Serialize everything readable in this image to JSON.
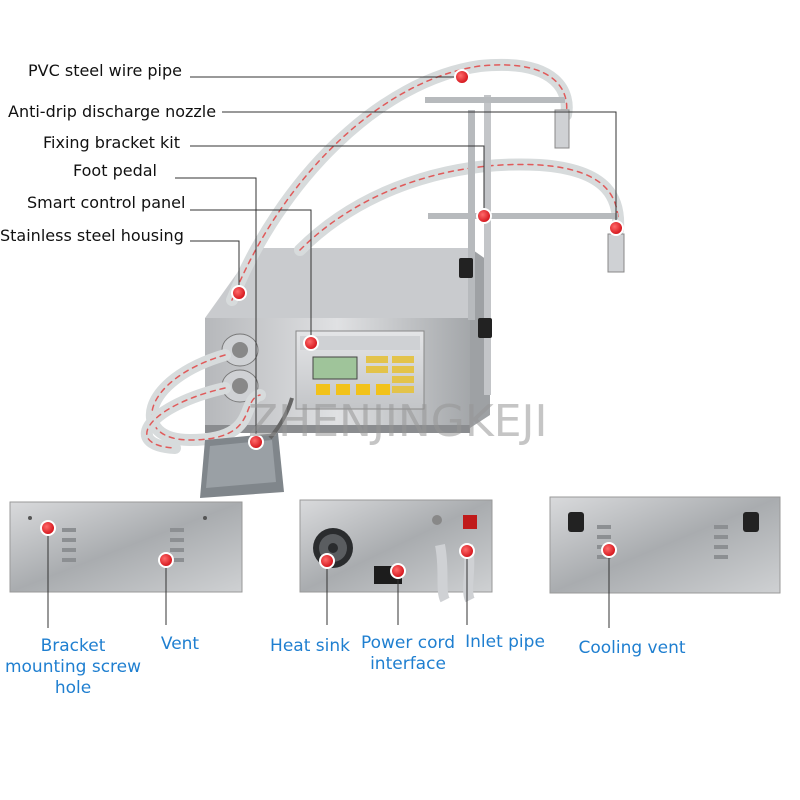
{
  "labels": {
    "pvc_pipe": "PVC steel wire pipe",
    "nozzle": "Anti-drip discharge nozzle",
    "bracket": "Fixing bracket kit",
    "pedal": "Foot pedal",
    "panel": "Smart control panel",
    "housing": "Stainless steel housing"
  },
  "callouts": {
    "bracket_hole": "Bracket mounting screw hole",
    "vent": "Vent",
    "heat_sink": "Heat sink",
    "power_cord": "Power cord interface",
    "inlet_pipe": "Inlet pipe",
    "cooling_vent": "Cooling vent"
  },
  "watermark": "ZHENJINGKEJI",
  "colors": {
    "marker": "#e8141b",
    "callout_text": "#1f7fd0",
    "steel": "#b9bcbf"
  }
}
